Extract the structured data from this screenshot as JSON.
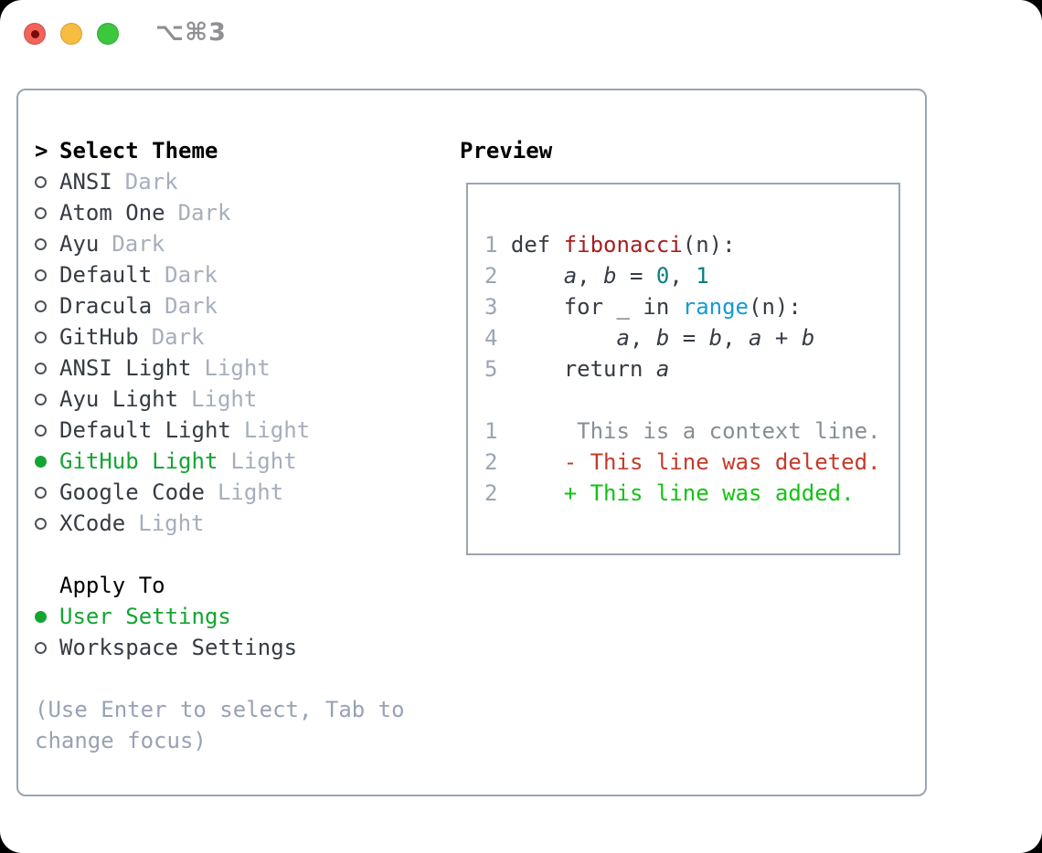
{
  "window": {
    "title": "⌥⌘3",
    "traffic_lights": [
      "close",
      "minimize",
      "zoom"
    ]
  },
  "theme_picker": {
    "prompt": ">",
    "header": "Select Theme",
    "items": [
      {
        "name": "ANSI",
        "tag": "Dark",
        "selected": false
      },
      {
        "name": "Atom One",
        "tag": "Dark",
        "selected": false
      },
      {
        "name": "Ayu",
        "tag": "Dark",
        "selected": false
      },
      {
        "name": "Default",
        "tag": "Dark",
        "selected": false
      },
      {
        "name": "Dracula",
        "tag": "Dark",
        "selected": false
      },
      {
        "name": "GitHub",
        "tag": "Dark",
        "selected": false
      },
      {
        "name": "ANSI Light",
        "tag": "Light",
        "selected": false
      },
      {
        "name": "Ayu Light",
        "tag": "Light",
        "selected": false
      },
      {
        "name": "Default Light",
        "tag": "Light",
        "selected": false
      },
      {
        "name": "GitHub Light",
        "tag": "Light",
        "selected": true
      },
      {
        "name": "Google Code",
        "tag": "Light",
        "selected": false
      },
      {
        "name": "XCode",
        "tag": "Light",
        "selected": false
      }
    ],
    "apply_to": {
      "header": "Apply To",
      "options": [
        {
          "label": "User Settings",
          "selected": true
        },
        {
          "label": "Workspace Settings",
          "selected": false
        }
      ]
    },
    "hint_line1": "(Use Enter to select, Tab to",
    "hint_line2": "change focus)"
  },
  "preview": {
    "header": "Preview",
    "code": {
      "l1": {
        "num": "1",
        "t1": " def ",
        "t2": "fibonacci",
        "t3": "(n):"
      },
      "l2": {
        "num": "2",
        "t1": "     ",
        "t2": "a",
        "t3": ", ",
        "t4": "b",
        "t5": " = ",
        "t6": "0",
        "t7": ", ",
        "t8": "1"
      },
      "l3": {
        "num": "3",
        "t1": "     for _ in ",
        "t2": "range",
        "t3": "(n):"
      },
      "l4": {
        "num": "4",
        "t1": "         ",
        "t2": "a",
        "t3": ", ",
        "t4": "b",
        "t5": " = ",
        "t6": "b",
        "t7": ", ",
        "t8": "a",
        "t9": " + ",
        "t10": "b"
      },
      "l5": {
        "num": "5",
        "t1": "     return ",
        "t2": "a"
      }
    },
    "diff": {
      "d1": {
        "num": "1",
        "text": "      This is a context line."
      },
      "d2": {
        "num": "2",
        "text": "     - This line was deleted."
      },
      "d3": {
        "num": "2",
        "text": "     + This line was added."
      }
    }
  },
  "colors": {
    "accent-green": "#13a532",
    "diff-red": "#c43b29",
    "diff-green": "#12c312",
    "fn-red": "#a41f1f",
    "lit-teal": "#0d7e81",
    "call-blue": "#139bd8",
    "panel-border": "#9aa5b1",
    "ink": "#363c44",
    "ink-strong": "#000000",
    "muted": "#a6aebc",
    "hint": "#98a2b3",
    "lnum": "#9aa5b3",
    "ctx-gray": "#868e96",
    "circle": "#4d535b",
    "title-gray": "#8f9094",
    "light-red": "#f4635a",
    "light-yellow": "#f7bd40",
    "light-green": "#3cc73e"
  }
}
